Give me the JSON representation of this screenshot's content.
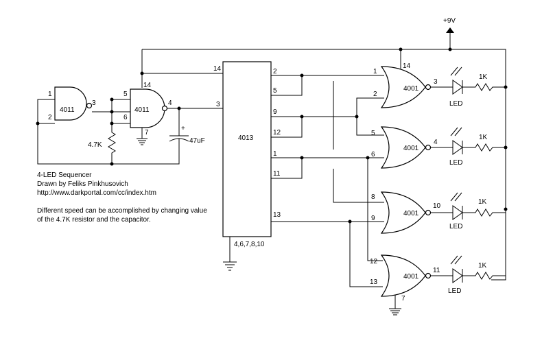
{
  "supply": {
    "label": "+9V"
  },
  "gates": {
    "g1": {
      "name": "4011",
      "pins": [
        "1",
        "2",
        "3"
      ]
    },
    "g2": {
      "name": "4011",
      "pins": [
        "5",
        "6",
        "4",
        "14",
        "7"
      ]
    },
    "nor1": {
      "name": "4001",
      "pins": [
        "1",
        "2",
        "3",
        "14"
      ]
    },
    "nor2": {
      "name": "4001",
      "pins": [
        "5",
        "6",
        "4"
      ]
    },
    "nor3": {
      "name": "4001",
      "pins": [
        "8",
        "9",
        "10"
      ]
    },
    "nor4": {
      "name": "4001",
      "pins": [
        "12",
        "13",
        "11",
        "7"
      ]
    }
  },
  "ic": {
    "name": "4013",
    "left_pins": [
      "14",
      "3"
    ],
    "right_pins": [
      "2",
      "5",
      "9",
      "12",
      "1",
      "11",
      "13"
    ],
    "bottom_pins": "4,6,7,8,10"
  },
  "components": {
    "resistor_timing": "4.7K",
    "capacitor": "47uF",
    "capacitor_polarity": "+",
    "leds": [
      "LED",
      "LED",
      "LED",
      "LED"
    ],
    "resistors_led": [
      "1K",
      "1K",
      "1K",
      "1K"
    ]
  },
  "notes": {
    "title": "4-LED Sequencer",
    "author": "Drawn by Feliks Pinkhusovich",
    "url": "http://www.darkportal.com/cc/index.htm",
    "desc1": "Different speed can be accomplished by changing value",
    "desc2": "of the 4.7K resistor and the capacitor."
  }
}
